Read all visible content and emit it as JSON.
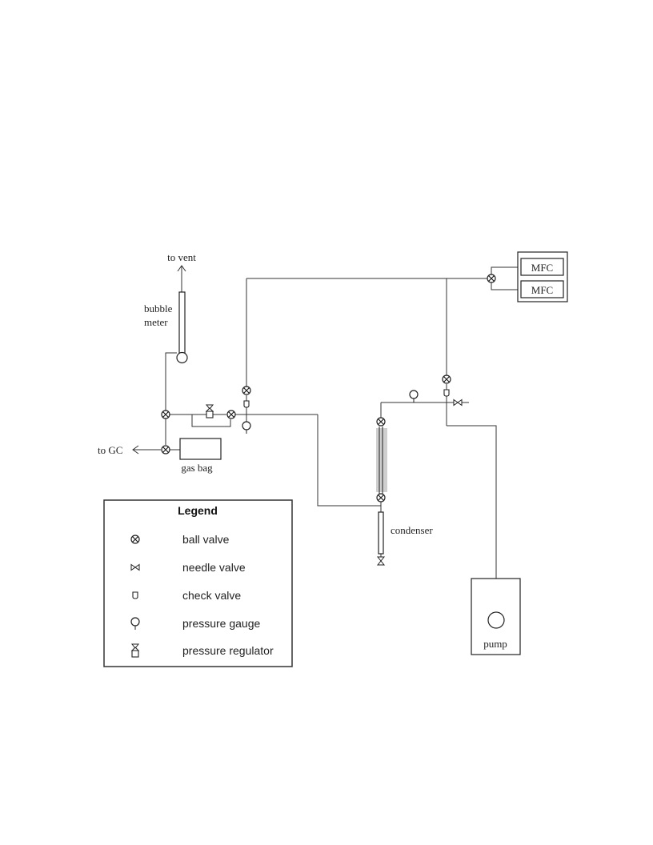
{
  "labels": {
    "to_vent": "to vent",
    "bubble_meter_line1": "bubble",
    "bubble_meter_line2": "meter",
    "to_gc": "to GC",
    "gas_bag": "gas bag",
    "mfc_top": "MFC",
    "mfc_bottom": "MFC",
    "condenser": "condenser",
    "pump": "pump"
  },
  "legend": {
    "title": "Legend",
    "items": [
      {
        "label": "ball valve",
        "icon": "ball-valve-icon"
      },
      {
        "label": "needle valve",
        "icon": "needle-valve-icon"
      },
      {
        "label": "check valve",
        "icon": "check-valve-icon"
      },
      {
        "label": "pressure gauge",
        "icon": "pressure-gauge-icon"
      },
      {
        "label": "pressure regulator",
        "icon": "pressure-regulator-icon"
      }
    ]
  }
}
